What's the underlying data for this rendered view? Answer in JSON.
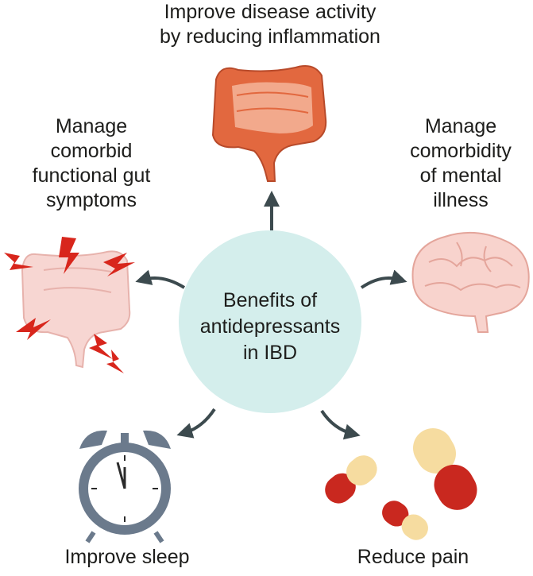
{
  "center": {
    "lines": [
      "Benefits of",
      "antidepressants",
      "in IBD"
    ]
  },
  "benefits": {
    "top": {
      "lines": [
        "Improve disease activity",
        "by reducing inflammation"
      ],
      "icon": "inflamed-colon-icon"
    },
    "left": {
      "lines": [
        "Manage",
        "comorbid",
        "functional gut",
        "symptoms"
      ],
      "icon": "painful-gut-icon"
    },
    "right": {
      "lines": [
        "Manage",
        "comorbidity",
        "of mental",
        "illness"
      ],
      "icon": "brain-icon"
    },
    "bottom_left": {
      "lines": [
        "Improve sleep"
      ],
      "icon": "alarm-clock-icon"
    },
    "bottom_right": {
      "lines": [
        "Reduce pain"
      ],
      "icon": "pills-icon"
    }
  },
  "colors": {
    "center_fill": "#d4eeec",
    "arrow": "#3c4a4e",
    "inflamed_colon": "#e2683f",
    "calm_colon": "#f4d5cf",
    "lightning": "#d8261c",
    "brain": "#f8d3cd",
    "clock_body": "#6b7a8c",
    "pill_red": "#c9281f",
    "pill_cream": "#f6dca0"
  }
}
